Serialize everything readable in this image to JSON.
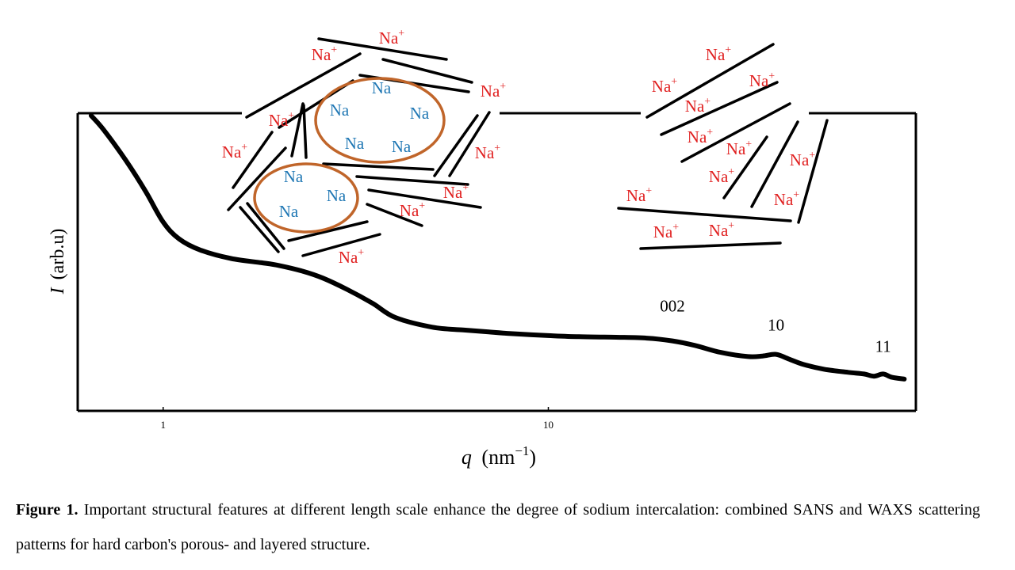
{
  "chart_data": {
    "type": "line",
    "xscale": "log",
    "xlim": [
      0.6,
      90
    ],
    "xlabel_var": "q",
    "xlabel_unit_base": "(nm",
    "xlabel_unit_exp": "−1",
    "xlabel_unit_close": ")",
    "ylabel_var": "I",
    "ylabel_unit": "(arb.u)",
    "xticks": [
      {
        "value": 1,
        "label": "1"
      },
      {
        "value": 10,
        "label": "10"
      }
    ],
    "peak_labels": [
      {
        "q": 21,
        "label": "002"
      },
      {
        "q": 39,
        "label": "10"
      },
      {
        "q": 74,
        "label": "11"
      }
    ],
    "series": [
      {
        "x": [
          0.65,
          0.7,
          0.8,
          0.9,
          1.0,
          1.1,
          1.25,
          1.5,
          1.8,
          2.0,
          2.3,
          2.6,
          3.0,
          3.5,
          4.0,
          5.0,
          6.0,
          7.0,
          8.0,
          10.0,
          12.0,
          15.0,
          18.0,
          21.0,
          24.0,
          28.0,
          33.0,
          36.0,
          39.0,
          42.0,
          46.0,
          52.0,
          60.0,
          66.0,
          70.0,
          74.0,
          78.0,
          84.0
        ],
        "y": [
          1.0,
          0.95,
          0.84,
          0.73,
          0.62,
          0.56,
          0.52,
          0.49,
          0.475,
          0.465,
          0.445,
          0.42,
          0.38,
          0.33,
          0.28,
          0.245,
          0.235,
          0.228,
          0.222,
          0.215,
          0.211,
          0.209,
          0.206,
          0.196,
          0.18,
          0.155,
          0.14,
          0.142,
          0.148,
          0.132,
          0.112,
          0.095,
          0.084,
          0.078,
          0.07,
          0.078,
          0.066,
          0.06
        ]
      }
    ]
  },
  "schematic": {
    "ion_label_base": "Na",
    "ion_label_charge": "+",
    "atom_label": "Na",
    "colors": {
      "ion": "#e02020",
      "atom": "#1f77b4",
      "pore": "#c0652a"
    }
  },
  "caption": {
    "label": "Figure 1.",
    "text": " Important structural features at different length scale enhance the degree of sodium intercalation: combined SANS and WAXS scattering patterns for hard carbon's porous- and layered structure."
  }
}
